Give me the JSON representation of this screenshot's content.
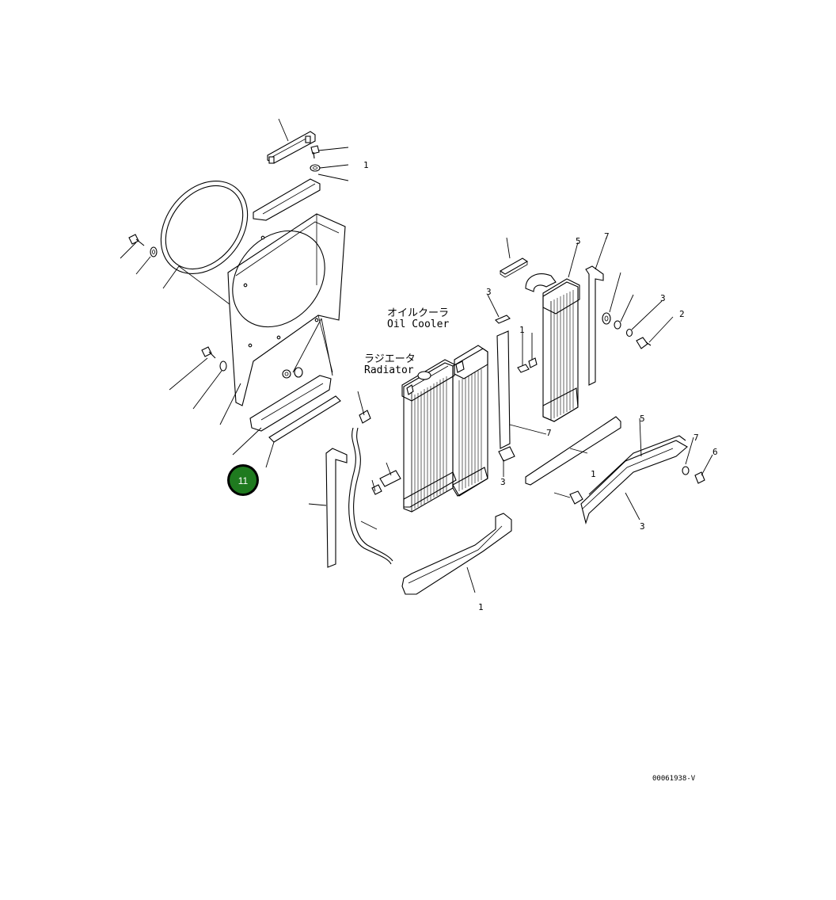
{
  "captions": {
    "oil_cooler_jp": "オイルクーラ",
    "oil_cooler_en": "Oil Cooler",
    "radiator_jp": "ラジエータ",
    "radiator_en": "Radiator"
  },
  "drawing_code": "00061938-V",
  "callout": {
    "label": "11",
    "fill": "#1f7a1f",
    "ring": "#000000"
  },
  "part_labels": [
    "1",
    "5",
    "7",
    "3",
    "2",
    "3",
    "1",
    "7",
    "3",
    "1",
    "5",
    "7",
    "6",
    "3",
    "1"
  ]
}
